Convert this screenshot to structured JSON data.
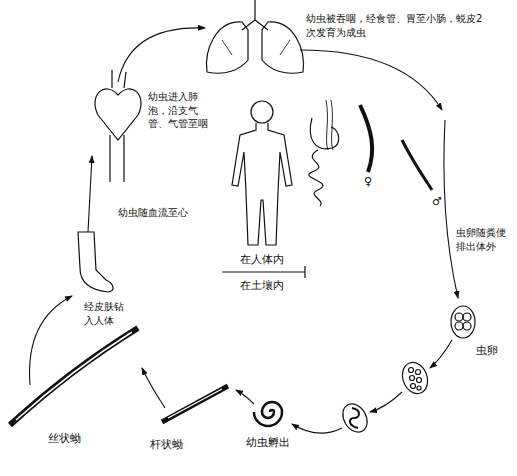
{
  "diagram": {
    "labels": [
      "幼虫进入肺泡，沿支气管、气管至咽",
      "幼虫被吞咽，经食管、胃至小肠，蜕皮2次发育为成虫",
      "♀",
      "♂",
      "虫卵随粪便排出体外",
      "虫卵",
      "幼虫孵出",
      "杆状蚴",
      "丝状蚴",
      "经皮肤钻入人体",
      "幼虫随血流至心",
      "在人体内",
      "在土壤内"
    ]
  }
}
